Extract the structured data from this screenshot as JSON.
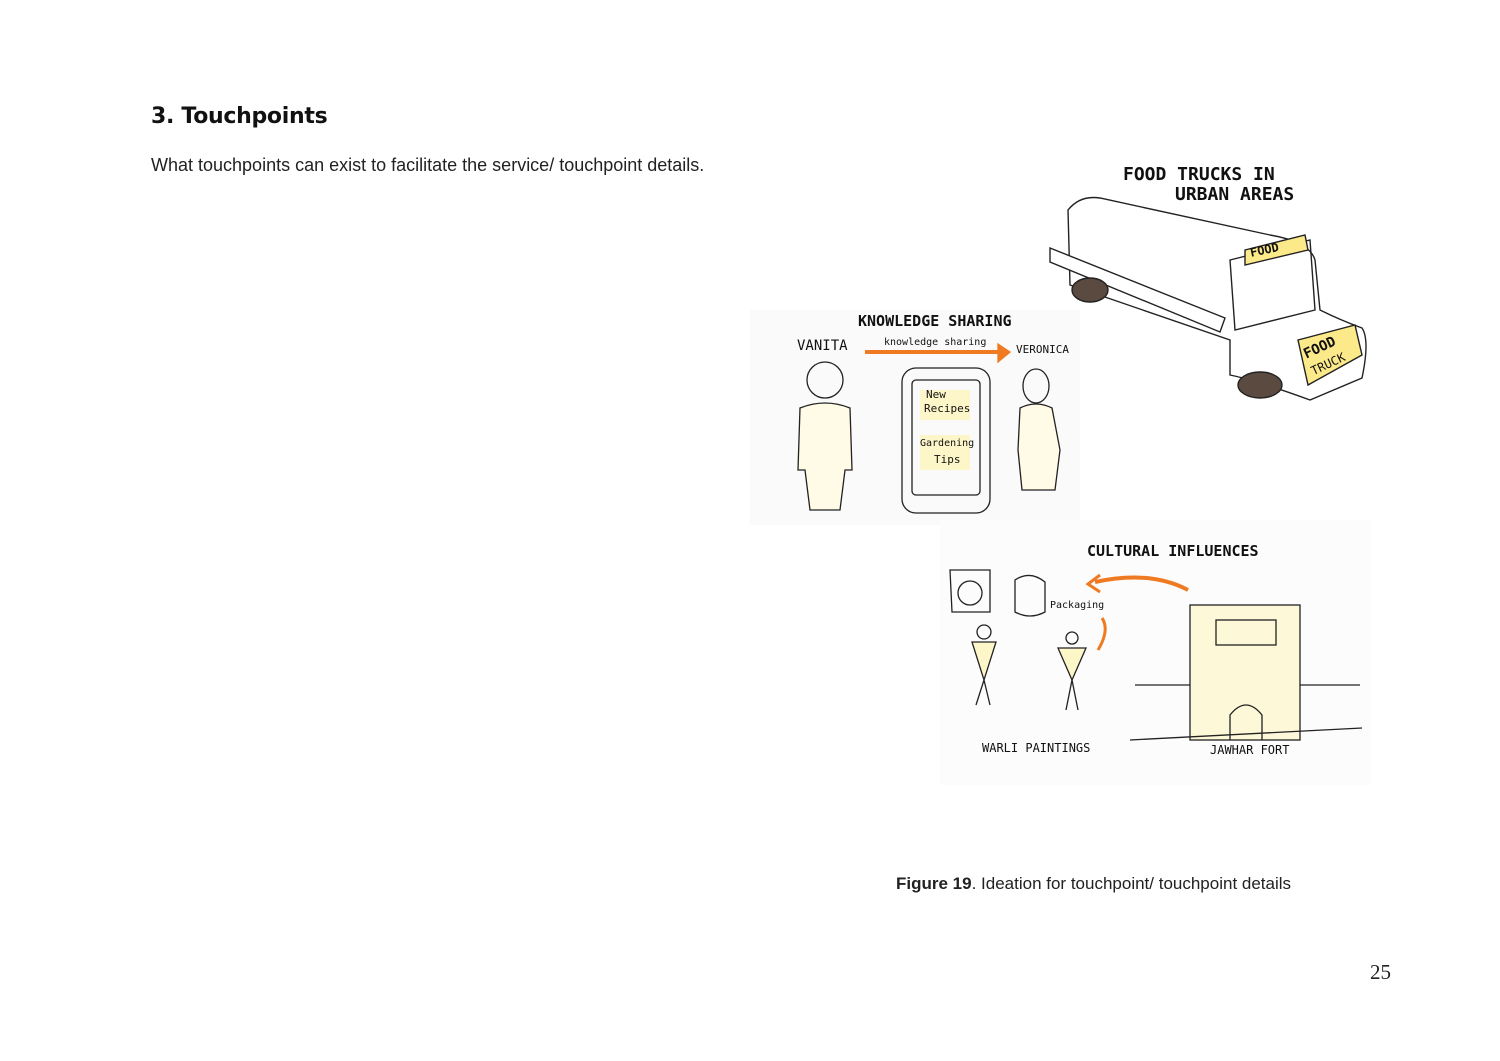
{
  "section": {
    "title": "3. Touchpoints",
    "intro": "What touchpoints can exist to facilitate the service/ touchpoint details."
  },
  "figure": {
    "sketch_labels": {
      "food_trucks": "FOOD TRUCKS IN",
      "urban_areas": "URBAN AREAS",
      "truck_side": "FOOD",
      "truck_front_1": "FOOD",
      "truck_front_2": "TRUCK",
      "knowledge_sharing": "KNOWLEDGE SHARING",
      "vanita": "VANITA",
      "arrow_label": "knowledge sharing",
      "veronica": "VERONICA",
      "phone_1a": "New",
      "phone_1b": "Recipes",
      "phone_2a": "Gardening",
      "phone_2b": "Tips",
      "cultural_influences": "CULTURAL INFLUENCES",
      "packaging": "Packaging",
      "warli": "WARLI PAINTINGS",
      "jawhar": "JAWHAR FORT"
    },
    "caption_label": "Figure 19",
    "caption_text": ". Ideation for touchpoint/ touchpoint details",
    "accent_color": "#f07a22",
    "highlight_color": "#fbe98a"
  },
  "page_number": "25"
}
